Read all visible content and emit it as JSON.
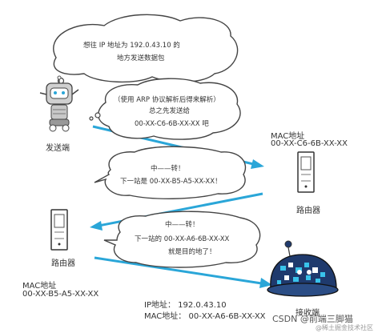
{
  "bubble1": {
    "line1": "想往 IP 地址为 192.0.43.10 的",
    "line2": "地方发送数据包"
  },
  "bubble2": {
    "line1": "（使用 ARP 协议解析后得来解析）",
    "line2": "总之先发送给",
    "line3": "00-XX-C6-6B-XX-XX 吧"
  },
  "bubble3": {
    "line1": "中——转！",
    "line2": "下一站是 00-XX-B5-A5-XX-XX！"
  },
  "bubble4": {
    "line1": "中——转！",
    "line2": "下一站的 00-XX-A6-6B-XX-XX",
    "line3": "就是目的地了！"
  },
  "sender": {
    "label": "发送端"
  },
  "router_right": {
    "mac_title": "MAC地址",
    "mac": "00-XX-C6-6B-XX-XX",
    "label": "路由器"
  },
  "router_left": {
    "mac_title": "MAC地址",
    "mac": "00-XX-B5-A5-XX-XX",
    "label": "路由器"
  },
  "receiver": {
    "ip_line": "IP地址： 192.0.43.10",
    "mac_line": "MAC地址： 00-XX-A6-6B-XX-XX",
    "label": "接收端"
  },
  "watermark": {
    "main": "CSDN @前端三脚猫",
    "sub": "@稀土掘金技术社区"
  },
  "colors": {
    "arrow": "#2aa6d8",
    "robot_body": "#c8c8c8",
    "receiver_body": "#1f3a6d",
    "receiver_dot": "#39c3ea"
  }
}
